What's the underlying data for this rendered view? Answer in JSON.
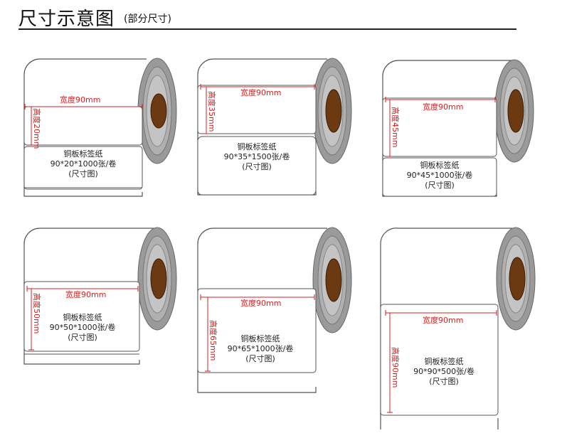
{
  "header": {
    "title": "尺寸示意图",
    "subtitle": "(部分尺寸)"
  },
  "colors": {
    "dimension": "#d42020",
    "core": "#6b3a12",
    "roll_side": "#9a9a9a",
    "outline": "#555555"
  },
  "rolls": [
    {
      "width_label": "宽度90mm",
      "height_label": "高度20mm",
      "name": "铜板标签纸",
      "spec": "90*20*1000张/卷",
      "note": "(尺寸图)",
      "height_mm": 20
    },
    {
      "width_label": "宽度90mm",
      "height_label": "高度35mm",
      "name": "铜板标签纸",
      "spec": "90*35*1500张/卷",
      "note": "(尺寸图)",
      "height_mm": 35
    },
    {
      "width_label": "宽度90mm",
      "height_label": "高度45mm",
      "name": "铜板标签纸",
      "spec": "90*45*1000张/卷",
      "note": "(尺寸图)",
      "height_mm": 45
    },
    {
      "width_label": "宽度90mm",
      "height_label": "高度50mm",
      "name": "铜板标签纸",
      "spec": "90*50*1000张/卷",
      "note": "(尺寸图)",
      "height_mm": 50
    },
    {
      "width_label": "宽度90mm",
      "height_label": "高度65mm",
      "name": "铜板标签纸",
      "spec": "90*65*1000张/卷",
      "note": "(尺寸图)",
      "height_mm": 65
    },
    {
      "width_label": "宽度90mm",
      "height_label": "高度90mm",
      "name": "铜板标签纸",
      "spec": "90*90*500张/卷",
      "note": "(尺寸图)",
      "height_mm": 90
    }
  ]
}
